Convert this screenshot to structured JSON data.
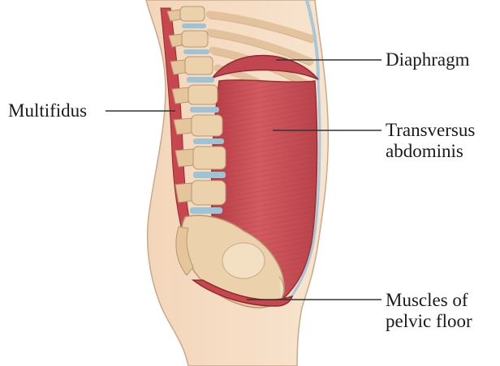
{
  "labels": {
    "diaphragm": "Diaphragm",
    "multifidus": "Multifidus",
    "transversus": {
      "line1": "Transversus",
      "line2": "abdominis"
    },
    "pelvic_floor": {
      "line1": "Muscles of",
      "line2": "pelvic floor"
    }
  },
  "colors": {
    "skin": "#f5ddc3",
    "skin_outline": "#c9a98a",
    "muscle": "#c8474f",
    "muscle_dark": "#9d2e36",
    "bone": "#ecd2ac",
    "disc": "#9fc3d6",
    "rib": "#e2c39c"
  }
}
